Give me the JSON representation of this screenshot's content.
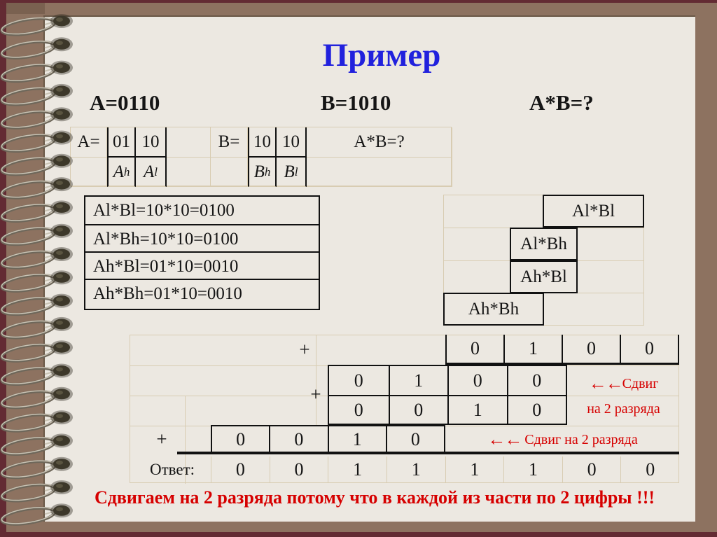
{
  "slide": {
    "title": "Пример",
    "equations": {
      "a": "A=0110",
      "b": "B=1010",
      "product": "A*B=?"
    },
    "split_table": {
      "a_label": "A=",
      "a_high": "01",
      "a_low": "10",
      "b_label": "B=",
      "b_high": "10",
      "b_low": "10",
      "product_label": "A*B=?",
      "a_high_name": {
        "base": "A",
        "sub": "h"
      },
      "a_low_name": {
        "base": "A",
        "sub": "l"
      },
      "b_high_name": {
        "base": "B",
        "sub": "h"
      },
      "b_low_name": {
        "base": "B",
        "sub": "l"
      }
    },
    "partial_products": {
      "rows": [
        "Al*Bl=10*10=0100",
        "Al*Bh=10*10=0100",
        "Ah*Bl=01*10=0010",
        "Ah*Bh=01*10=0010"
      ]
    },
    "stair_labels": {
      "albl": "Al*Bl",
      "albh": "Al*Bh",
      "ahbl": "Ah*Bl",
      "ahbh": "Ah*Bh"
    },
    "addition": {
      "plus": "+",
      "addend1": [
        "0",
        "1",
        "0",
        "0"
      ],
      "addend2": [
        "0",
        "1",
        "0",
        "0"
      ],
      "addend3": [
        "0",
        "0",
        "1",
        "0"
      ],
      "addend4": [
        "0",
        "0",
        "1",
        "0"
      ],
      "shift_note_stacked": {
        "arrows": "←←",
        "line1": "Сдвиг",
        "line2": "на 2 разряда"
      },
      "shift_note_inline": {
        "arrows": "←←",
        "text": " Сдвиг на 2 разряда"
      },
      "answer_label": "Ответ:",
      "answer": [
        "0",
        "0",
        "1",
        "1",
        "1",
        "1",
        "0",
        "0"
      ]
    },
    "footnote": "Сдвигаем на 2 разряда потому что в каждой из части по 2 цифры !!!",
    "colors": {
      "title_blue": "#2121dd",
      "accent_red": "#d60000",
      "page_cream": "#ece8e1",
      "frame_brown": "#8d7260",
      "frame_maroon": "#632b33",
      "grid_line": "#d8ccb2",
      "table_black": "#111111"
    }
  }
}
